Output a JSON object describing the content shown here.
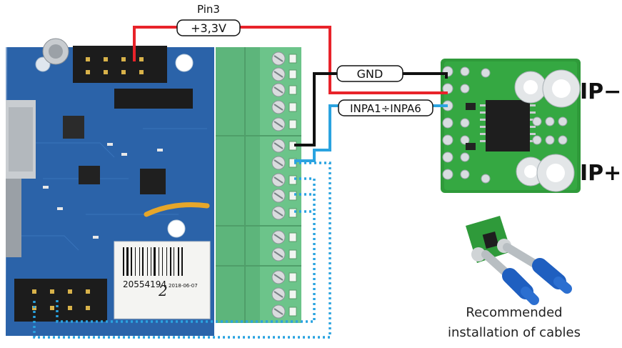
{
  "labels": {
    "pin3": "Pin3",
    "supply": "+3,3V",
    "gnd": "GND",
    "input": "INPA1÷INPA6",
    "ip_minus": "IP−",
    "ip_plus": "IP+",
    "caption_line1": "Recommended",
    "caption_line2": "installation of cables"
  },
  "barcode": {
    "number": "20554194",
    "date": "2018-06-07"
  },
  "colors": {
    "board_blue": "#2a5fa3",
    "sensor_green": "#2f9a3a",
    "terminal_green": "#6cc48a",
    "wire_red": "#e8232a",
    "wire_black": "#111111",
    "wire_blue": "#2aa3e0"
  }
}
